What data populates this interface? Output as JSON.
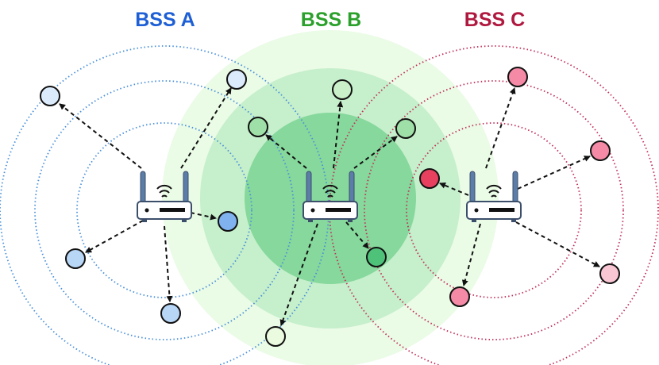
{
  "colors": {
    "bss_a": "#1e5fd6",
    "bss_b": "#2ba02b",
    "bss_c": "#b0193f",
    "ring_a": "#4a90d9",
    "ring_c": "#c0305a",
    "zone_b": [
      "#eafbe6",
      "#c6efcc",
      "#86d89c"
    ],
    "router_body": "#ffffff",
    "antenna": "#5b7da8"
  },
  "bss": [
    {
      "id": "a",
      "label": "BSS A",
      "scheme": "rings"
    },
    {
      "id": "b",
      "label": "BSS B",
      "scheme": "filled"
    },
    {
      "id": "c",
      "label": "BSS C",
      "scheme": "rings"
    }
  ],
  "stations": {
    "a": [
      {
        "fill": "#dcebfb"
      },
      {
        "fill": "#dcebfb"
      },
      {
        "fill": "#7fb2ee"
      },
      {
        "fill": "#b8d6f6"
      },
      {
        "fill": "#b8d6f6"
      }
    ],
    "b": [
      {
        "fill": "#c9f0c9"
      },
      {
        "fill": "#9fe0a8"
      },
      {
        "fill": "#9fe0a8"
      },
      {
        "fill": "#4fc27a"
      },
      {
        "fill": "#eafbe0"
      }
    ],
    "c": [
      {
        "fill": "#f58aa6"
      },
      {
        "fill": "#f58aa6"
      },
      {
        "fill": "#e8405f"
      },
      {
        "fill": "#f9c6d4"
      },
      {
        "fill": "#f58aa6"
      }
    ]
  }
}
